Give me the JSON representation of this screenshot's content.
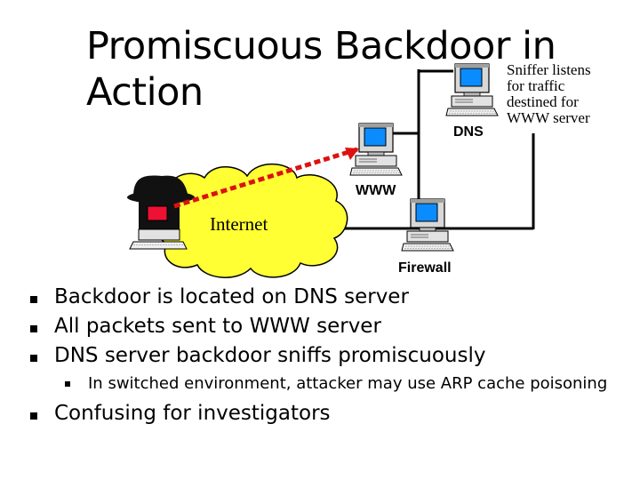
{
  "slide": {
    "title_line1": "Promiscuous Backdoor in",
    "title_line2": "Action"
  },
  "note": {
    "lines": [
      "Sniffer listens",
      "for traffic",
      "destined for",
      "WWW server"
    ]
  },
  "diagram": {
    "labels": {
      "dns": "DNS",
      "www": "WWW",
      "firewall": "Firewall",
      "internet": "Internet"
    },
    "colors": {
      "cloud": "#ffff33",
      "attack_path": "#dd1111",
      "screen": "#0a8cff",
      "attacker_screen": "#ee1133"
    }
  },
  "bullets": [
    {
      "level": 1,
      "text": "Backdoor is located on DNS server"
    },
    {
      "level": 1,
      "text": "All packets sent to WWW server"
    },
    {
      "level": 1,
      "text": "DNS server backdoor sniffs promiscuously"
    },
    {
      "level": 2,
      "text": "In switched environment, attacker may use ARP cache poisoning"
    },
    {
      "level": 1,
      "text": "Confusing for investigators"
    }
  ]
}
